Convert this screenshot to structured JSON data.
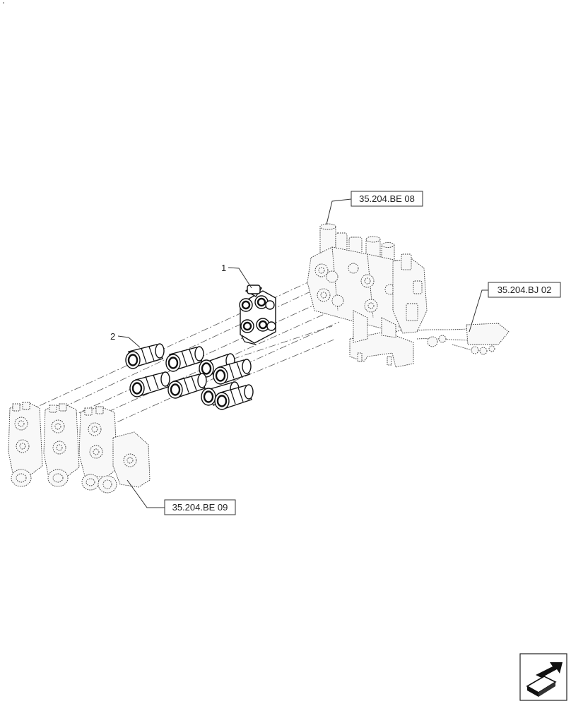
{
  "references": {
    "top_right": "35.204.BE 08",
    "right": "35.204.BJ 02",
    "bottom_left": "35.204.BE 09"
  },
  "callouts": {
    "item1": "1",
    "item2": "2"
  },
  "icons": {
    "corner_mark": "dot-mark-icon",
    "navigation": "next-page-arrow-icon"
  }
}
